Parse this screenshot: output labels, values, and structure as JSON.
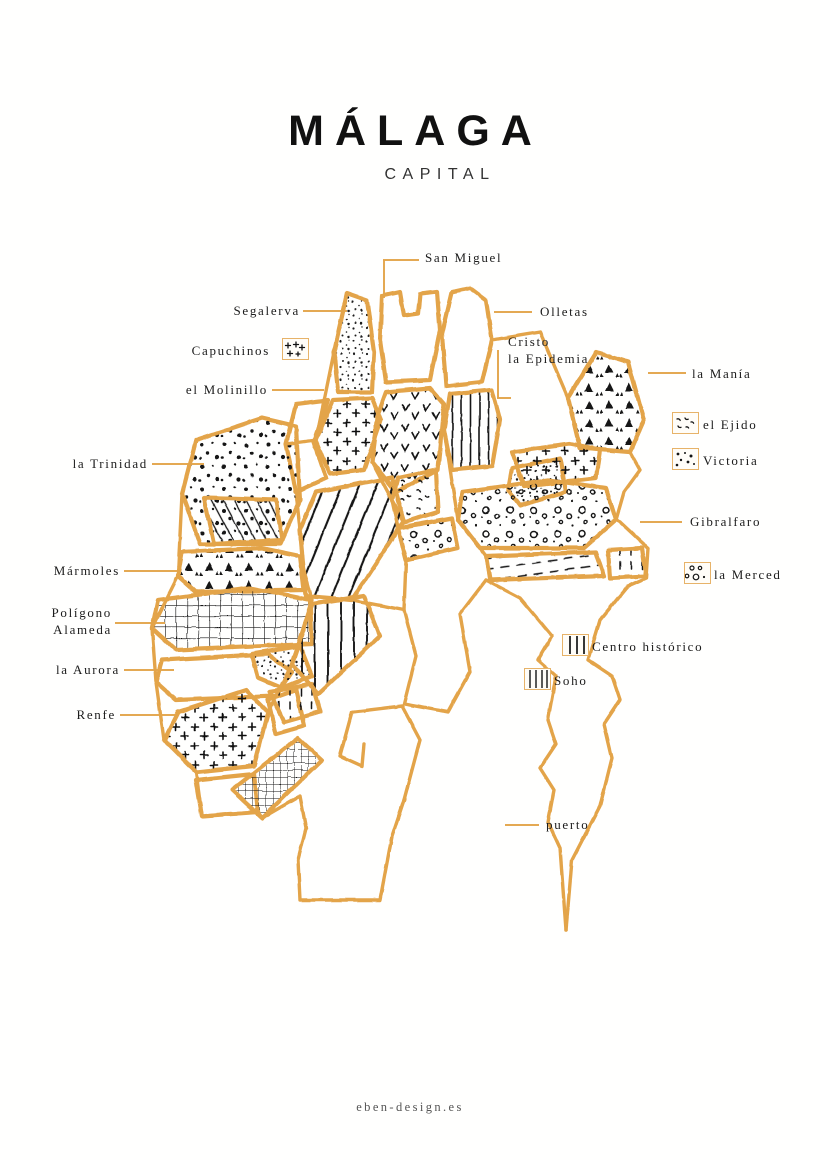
{
  "poster": {
    "title": "MÁLAGA",
    "subtitle": "CAPITAL",
    "footer": "eben-design.es",
    "accent_color": "#e3a44a",
    "ink_color": "#1a1a1a",
    "background_color": "#fffffe"
  },
  "labels": [
    {
      "id": "san-miguel",
      "text": "San Miguel",
      "align": "left"
    },
    {
      "id": "segalerva",
      "text": "Segalerva",
      "align": "right"
    },
    {
      "id": "capuchinos",
      "text": "Capuchinos",
      "align": "right"
    },
    {
      "id": "el-molinillo",
      "text": "el Molinillo",
      "align": "right"
    },
    {
      "id": "la-trinidad",
      "text": "la Trinidad",
      "align": "right"
    },
    {
      "id": "marmoles",
      "text": "Mármoles",
      "align": "right"
    },
    {
      "id": "poligono-alameda",
      "text": "Polígono\nAlameda",
      "align": "right"
    },
    {
      "id": "la-aurora",
      "text": "la Aurora",
      "align": "right"
    },
    {
      "id": "renfe",
      "text": "Renfe",
      "align": "right"
    },
    {
      "id": "olletas",
      "text": "Olletas",
      "align": "left"
    },
    {
      "id": "cristo-epidemia",
      "text": "Cristo\nla Epidemia",
      "align": "left"
    },
    {
      "id": "la-mania",
      "text": "la Manía",
      "align": "left"
    },
    {
      "id": "el-ejido",
      "text": "el Ejido",
      "align": "left"
    },
    {
      "id": "victoria",
      "text": "Victoria",
      "align": "left"
    },
    {
      "id": "gibralfaro",
      "text": "Gibralfaro",
      "align": "left"
    },
    {
      "id": "la-merced",
      "text": "la Merced",
      "align": "left"
    },
    {
      "id": "centro-historico",
      "text": "Centro histórico",
      "align": "left"
    },
    {
      "id": "soho",
      "text": "Soho",
      "align": "left"
    },
    {
      "id": "puerto",
      "text": "puerto",
      "align": "left"
    }
  ],
  "label_text": {
    "san_miguel": "San Miguel",
    "segalerva": "Segalerva",
    "capuchinos": "Capuchinos",
    "el_molinillo": "el Molinillo",
    "la_trinidad": "la Trinidad",
    "marmoles": "Mármoles",
    "poligono_line1": "Polígono",
    "poligono_line2": "Alameda",
    "la_aurora": "la Aurora",
    "renfe": "Renfe",
    "olletas": "Olletas",
    "cristo_line1": "Cristo",
    "cristo_line2": "la Epidemia",
    "la_mania": "la Manía",
    "el_ejido": "el Ejido",
    "victoria": "Victoria",
    "gibralfaro": "Gibralfaro",
    "la_merced": "la Merced",
    "centro_historico": "Centro histórico",
    "soho": "Soho",
    "puerto": "puerto"
  },
  "swatches": [
    {
      "id": "capuchinos-swatch",
      "pattern": "plus",
      "label": "Capuchinos"
    },
    {
      "id": "el-ejido-swatch",
      "pattern": "commas",
      "label": "el Ejido"
    },
    {
      "id": "victoria-swatch",
      "pattern": "dots",
      "label": "Victoria"
    },
    {
      "id": "la-merced-swatch",
      "pattern": "rings",
      "label": "la Merced"
    },
    {
      "id": "centro-swatch",
      "pattern": "vlines-wide",
      "label": "Centro histórico"
    },
    {
      "id": "soho-swatch",
      "pattern": "vlines-narrow",
      "label": "Soho"
    }
  ],
  "districts": [
    {
      "id": "segalerva",
      "name": "Segalerva",
      "pattern": "stipple"
    },
    {
      "id": "san-miguel",
      "name": "San Miguel",
      "pattern": "blank"
    },
    {
      "id": "olletas",
      "name": "Olletas",
      "pattern": "blank"
    },
    {
      "id": "cristo-epidemia",
      "name": "Cristo la Epidemia",
      "pattern": "vlines"
    },
    {
      "id": "la-mania",
      "name": "la Manía",
      "pattern": "triangles"
    },
    {
      "id": "el-molinillo",
      "name": "el Molinillo",
      "pattern": "plus"
    },
    {
      "id": "capuchinos",
      "name": "Capuchinos",
      "pattern": "plus"
    },
    {
      "id": "centro-historico",
      "name": "Centro histórico",
      "pattern": "vlines-wide"
    },
    {
      "id": "la-trinidad",
      "name": "la Trinidad",
      "pattern": "dots"
    },
    {
      "id": "marmoles",
      "name": "Mármoles",
      "pattern": "triangles"
    },
    {
      "id": "poligono-alameda",
      "name": "Polígono Alameda",
      "pattern": "grid"
    },
    {
      "id": "la-aurora",
      "name": "la Aurora",
      "pattern": "blank"
    },
    {
      "id": "renfe",
      "name": "Renfe",
      "pattern": "plus"
    },
    {
      "id": "victoria",
      "name": "Victoria",
      "pattern": "stipple"
    },
    {
      "id": "el-ejido",
      "name": "el Ejido",
      "pattern": "commas"
    },
    {
      "id": "gibralfaro",
      "name": "Gibralfaro",
      "pattern": "rings"
    },
    {
      "id": "la-merced",
      "name": "la Merced",
      "pattern": "rings"
    },
    {
      "id": "soho",
      "name": "Soho",
      "pattern": "vlines-narrow"
    },
    {
      "id": "puerto",
      "name": "puerto",
      "pattern": "blank"
    }
  ]
}
